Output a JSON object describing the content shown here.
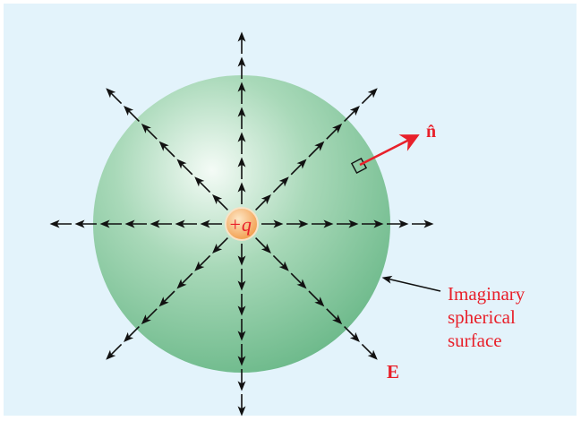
{
  "diagram": {
    "charge_label": "+q",
    "normal_label": "n̂",
    "field_label": "E",
    "surface_label_lines": [
      "Imaginary",
      "spherical",
      "surface"
    ],
    "colors": {
      "background": "#e3f3fb",
      "sphere_center": "#eef8f2",
      "sphere_edge": "#6cb98a",
      "field_lines": "#111111",
      "annotation_red": "#e8202a",
      "charge_fill": "#f7a451"
    },
    "field_line_count": 8
  }
}
